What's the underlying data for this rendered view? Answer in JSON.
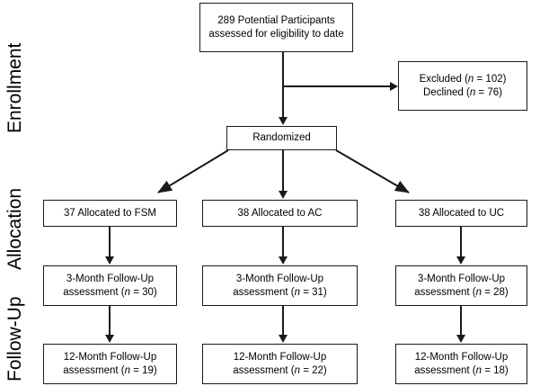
{
  "figure": {
    "type": "consort-flow-diagram",
    "title": "CONSORT participant flow diagram",
    "line_color": "#1a1a1a",
    "box_fill": "#ffffff",
    "background": "#ffffff"
  },
  "stages": [
    {
      "id": "enrollment",
      "label": "Enrollment"
    },
    {
      "id": "allocation",
      "label": "Allocation"
    },
    {
      "id": "followup",
      "label": "Follow-Up"
    }
  ],
  "nodes": {
    "assessed": {
      "line1": "289 Potential Participants",
      "line2": "assessed for eligibility to date",
      "count": 289
    },
    "excluded": {
      "line1_label": "Excluded (",
      "line1_italic": "n",
      "line1_value": " = 102)",
      "line2_label": "Declined (",
      "line2_italic": "n",
      "line2_value": " = 76)",
      "excluded_n": 102,
      "declined_n": 76
    },
    "randomized": {
      "label": "Randomized"
    }
  },
  "arms": [
    {
      "id": "fsm",
      "allocated": {
        "text": "37 Allocated to FSM",
        "n": 37,
        "arm": "FSM"
      },
      "m3": {
        "line1": "3-Month Follow-Up",
        "prefix": "assessment (",
        "italic": "n",
        "suffix": " = 30)",
        "n": 30
      },
      "m12": {
        "line1": "12-Month Follow-Up",
        "prefix": "assessment (",
        "italic": "n",
        "suffix": " = 19)",
        "n": 19
      }
    },
    {
      "id": "ac",
      "allocated": {
        "text": "38 Allocated to AC",
        "n": 38,
        "arm": "AC"
      },
      "m3": {
        "line1": "3-Month Follow-Up",
        "prefix": "assessment (",
        "italic": "n",
        "suffix": " = 31)",
        "n": 31
      },
      "m12": {
        "line1": "12-Month Follow-Up",
        "prefix": "assessment (",
        "italic": "n",
        "suffix": " = 22)",
        "n": 22
      }
    },
    {
      "id": "uc",
      "allocated": {
        "text": "38 Allocated to UC",
        "n": 38,
        "arm": "UC"
      },
      "m3": {
        "line1": "3-Month Follow-Up",
        "prefix": "assessment (",
        "italic": "n",
        "suffix": " = 28)",
        "n": 28
      },
      "m12": {
        "line1": "12-Month Follow-Up",
        "prefix": "assessment (",
        "italic": "n",
        "suffix": " = 18)",
        "n": 18
      }
    }
  ]
}
